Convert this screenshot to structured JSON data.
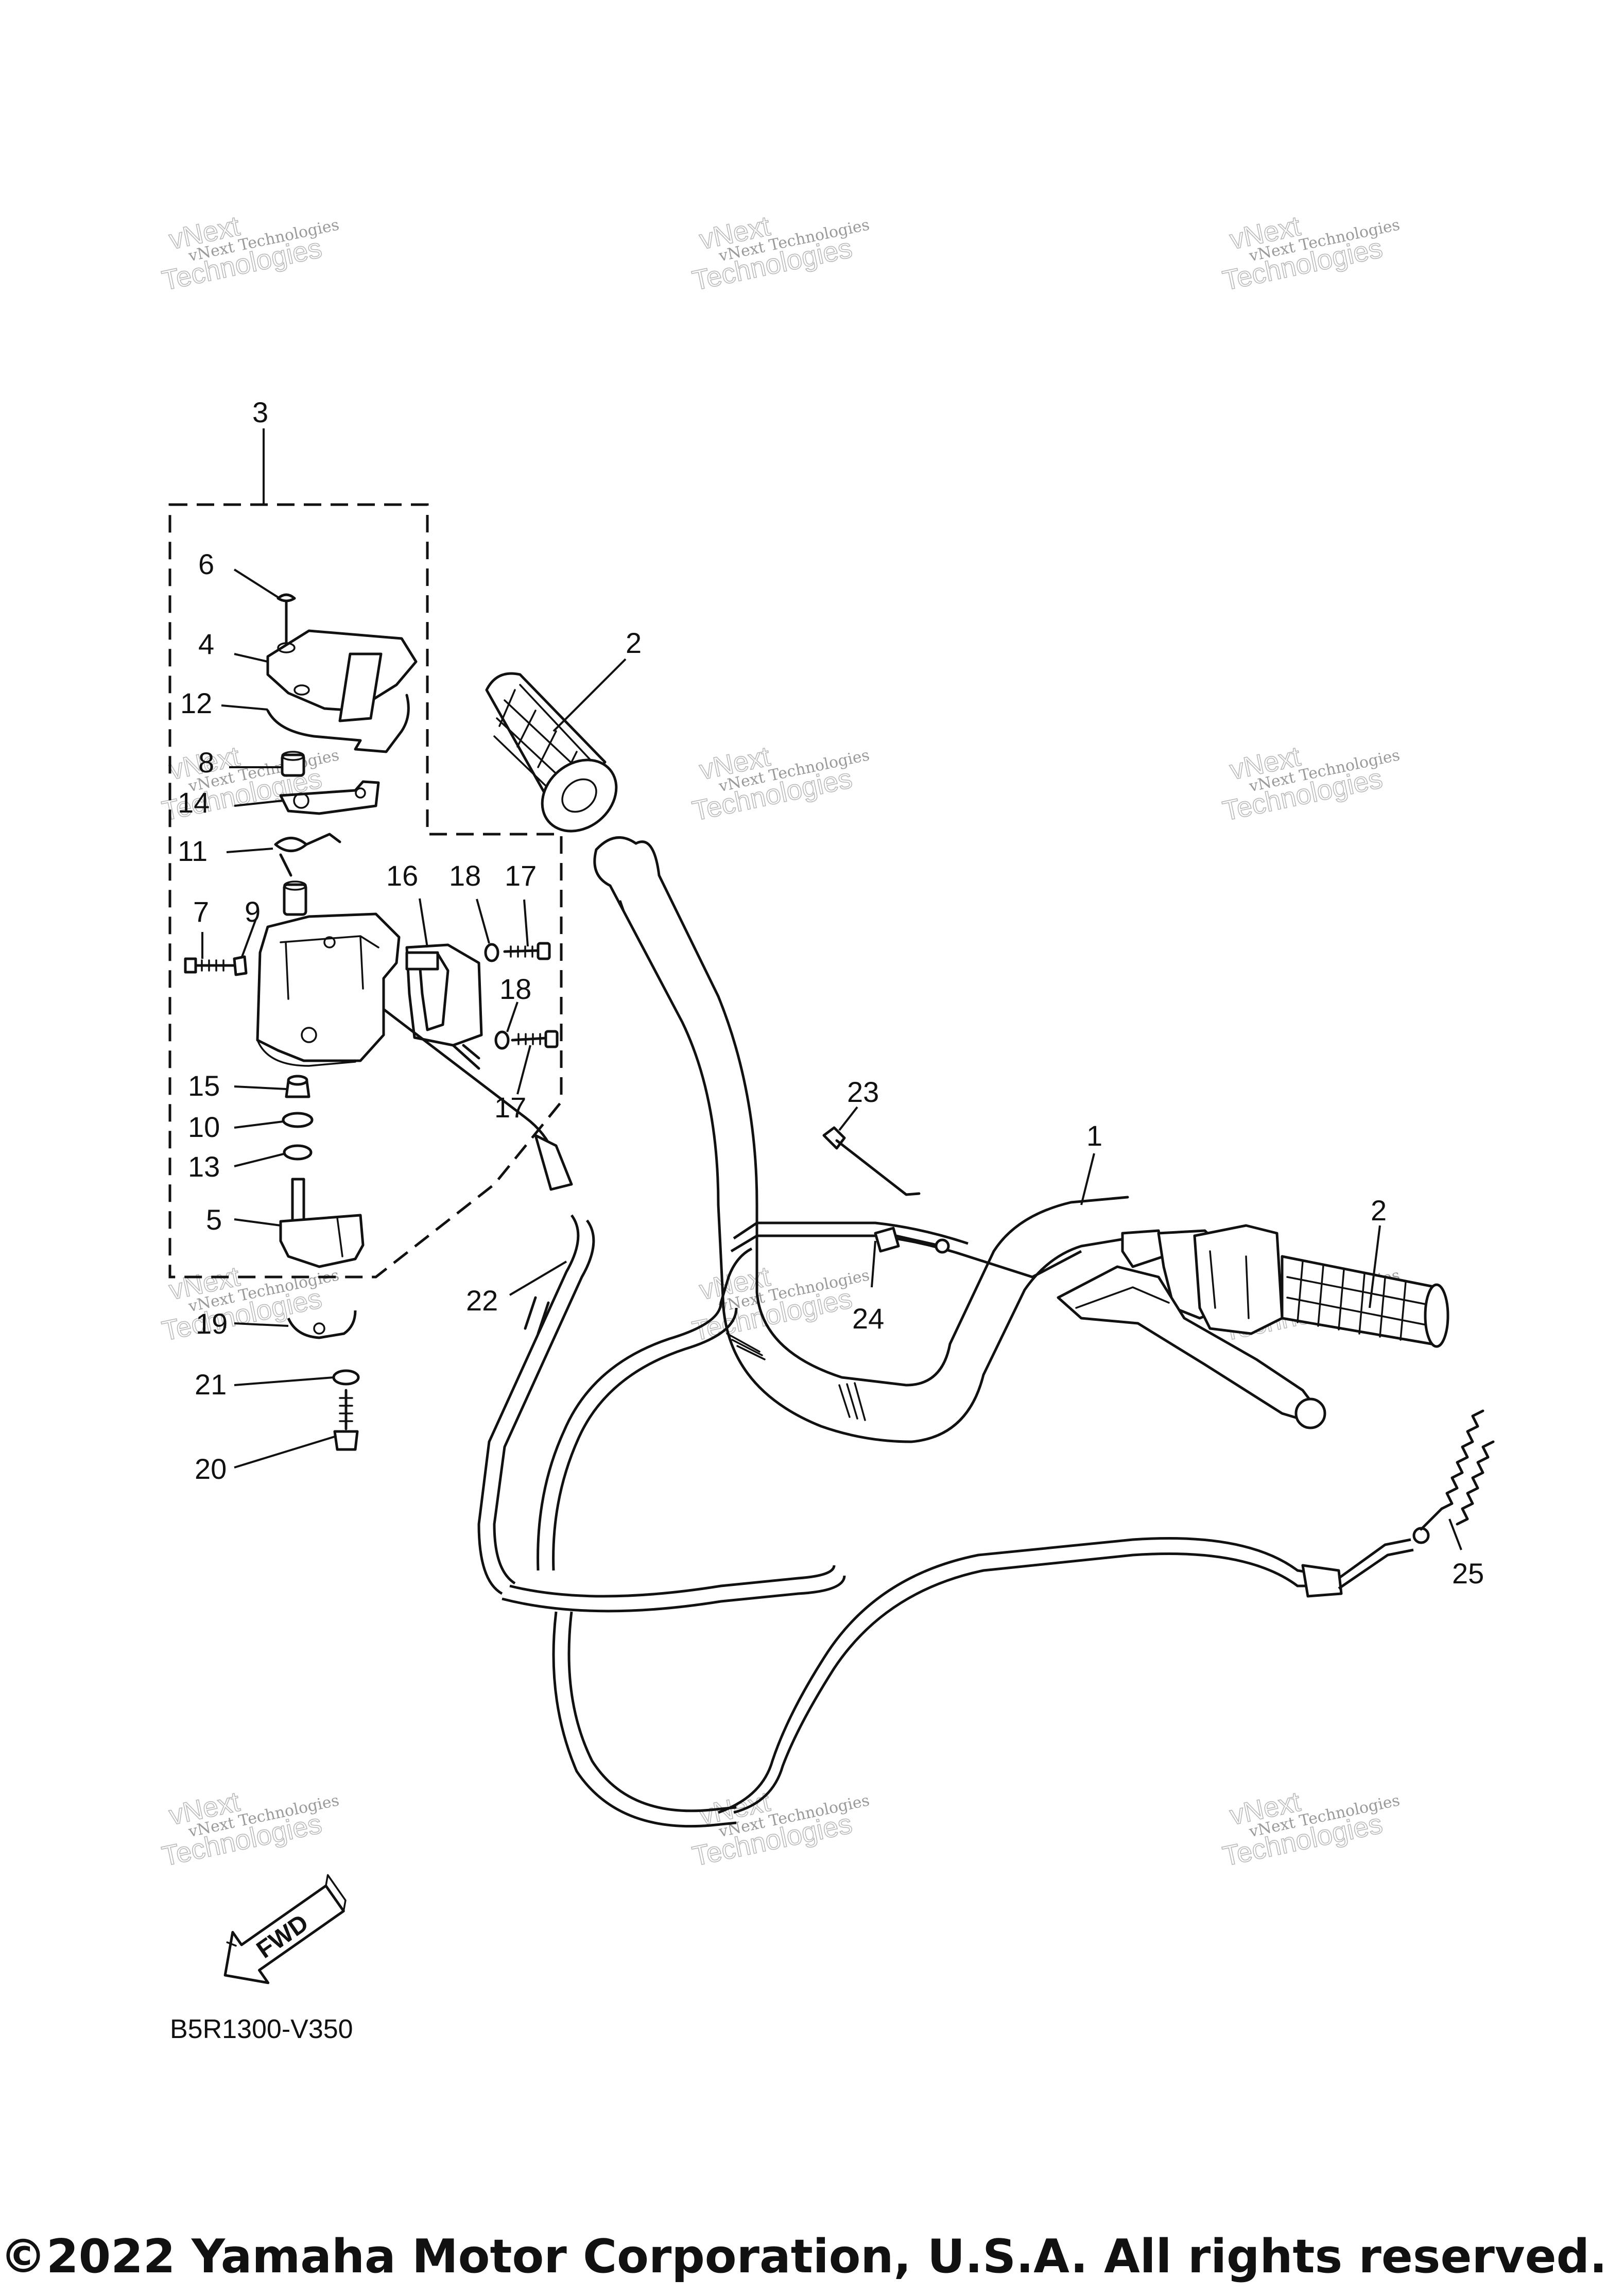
{
  "diagram_code": "B5R1300-V350",
  "fwd_arrow_label": "FWD",
  "copyright": "©2022 Yamaha Motor Corporation, U.S.A. All rights reserved.",
  "watermark": {
    "line1": "vNext Technologies",
    "line2": "Technologies",
    "line0": "vNext"
  },
  "callouts": {
    "c1": "1",
    "c2a": "2",
    "c2b": "2",
    "c3": "3",
    "c4": "4",
    "c5": "5",
    "c6": "6",
    "c7": "7",
    "c8": "8",
    "c9": "9",
    "c10": "10",
    "c11": "11",
    "c12": "12",
    "c13": "13",
    "c14": "14",
    "c15": "15",
    "c16": "16",
    "c17a": "17",
    "c17b": "17",
    "c18a": "18",
    "c18b": "18",
    "c19": "19",
    "c20": "20",
    "c21": "21",
    "c22": "22",
    "c23": "23",
    "c24": "24",
    "c25": "25"
  }
}
